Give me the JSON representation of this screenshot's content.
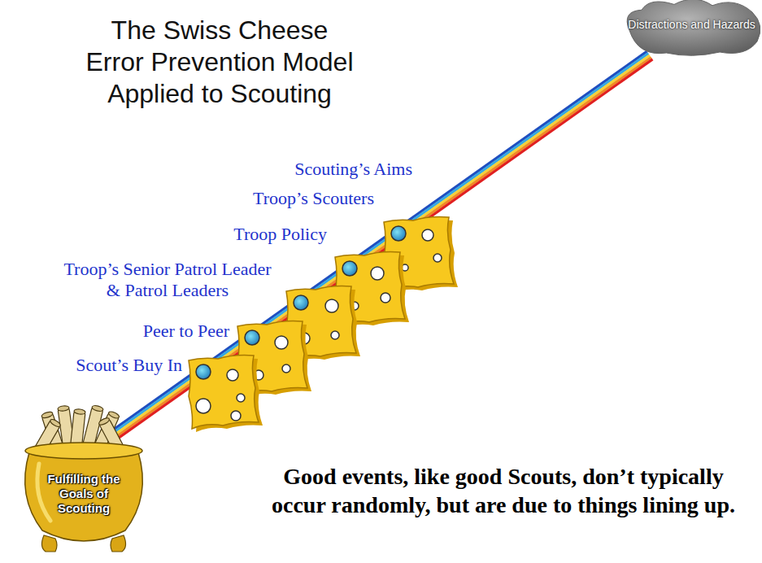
{
  "diagram": {
    "title": "The Swiss Cheese Error Prevention Model Applied to Scouting",
    "caption": "Good events, like good Scouts, don’t typically occur randomly, but are due to things lining up.",
    "nodes": [
      {
        "text": [
          "Distractions and Hazards"
        ]
      },
      {
        "text": [
          "Fulfilling the Goals of Scouting"
        ]
      }
    ],
    "edges": [
      {
        "from": 0,
        "to": 1,
        "arrow": "none"
      }
    ],
    "labels": [
      "Scouting’s Aims",
      "Troop’s Scouters",
      "Troop Policy",
      "Troop’s Senior Patrol Leader & Patrol Leaders",
      "Peer to Peer",
      "Scout’s Buy In"
    ]
  }
}
